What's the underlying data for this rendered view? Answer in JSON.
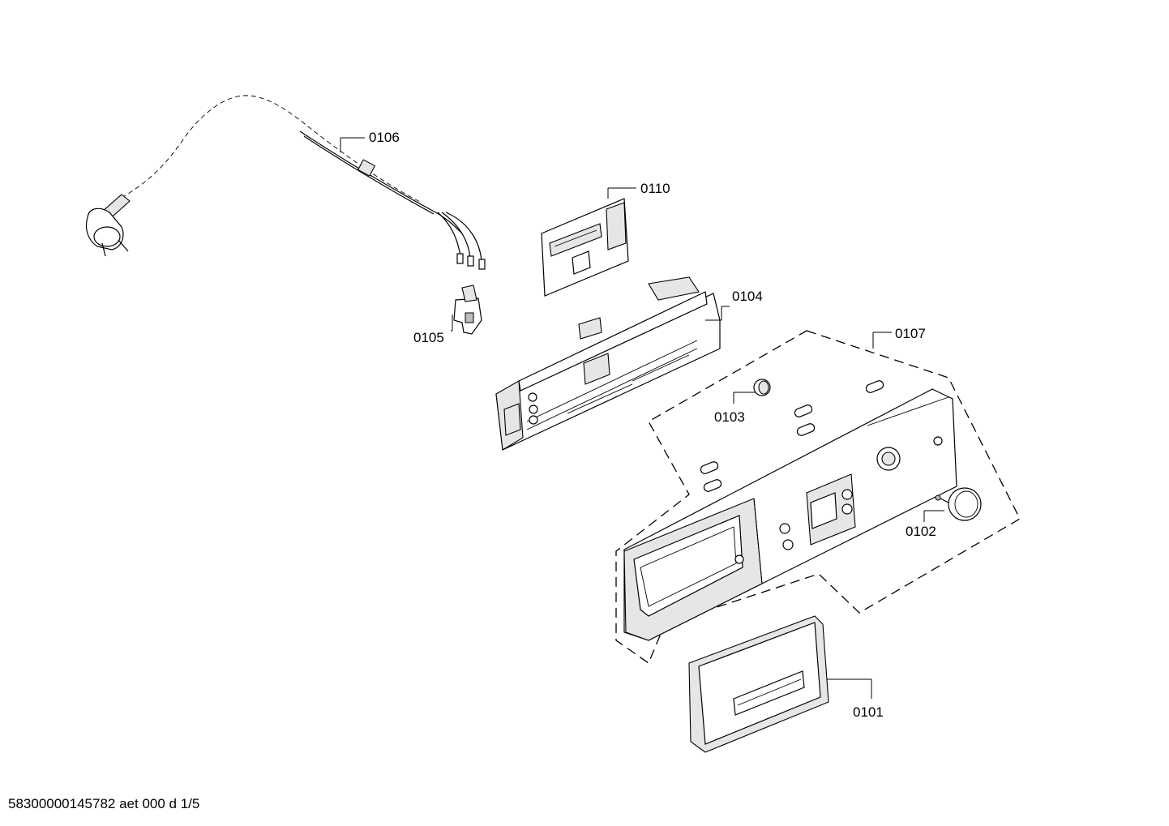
{
  "parts": {
    "p0101": "0101",
    "p0102": "0102",
    "p0103": "0103",
    "p0104": "0104",
    "p0105": "0105",
    "p0106": "0106",
    "p0107": "0107",
    "p0110": "0110"
  },
  "footer": "58300000145782 aet 000 d 1/5"
}
